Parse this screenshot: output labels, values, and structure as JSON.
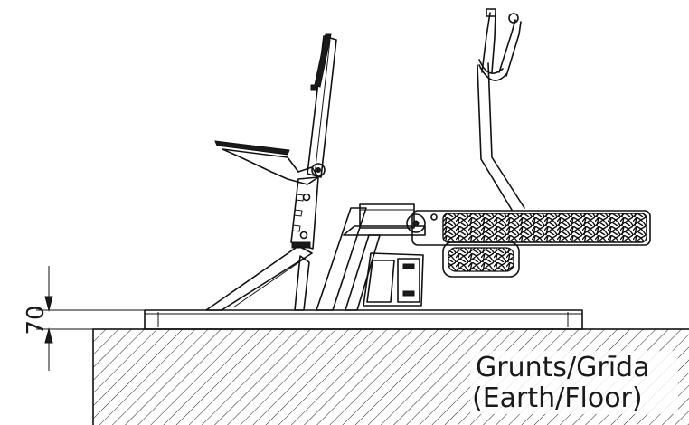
{
  "dimension": {
    "value": "70"
  },
  "ground_label": {
    "line1": "Grunts/Grīda",
    "line2": "(Earth/Floor)"
  },
  "colors": {
    "ink": "#111111",
    "background": "#ffffff"
  }
}
